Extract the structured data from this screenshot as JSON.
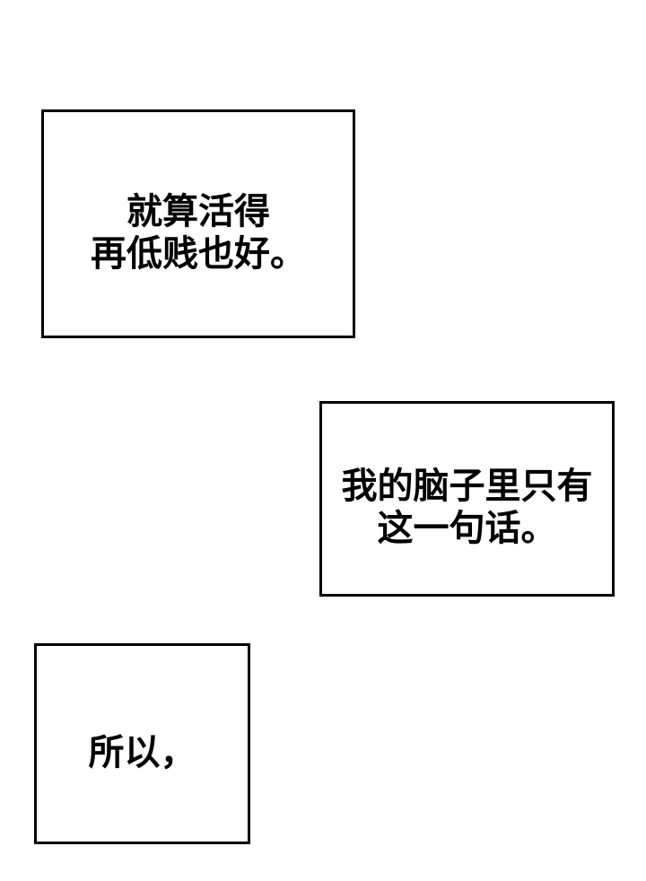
{
  "page": {
    "background_color": "#ffffff",
    "panel_border_color": "#000000",
    "text_color": "#000000"
  },
  "boxes": [
    {
      "name": "narration-box-top",
      "lines": [
        "就算活得",
        "再低贱也好。"
      ]
    },
    {
      "name": "narration-box-middle",
      "lines": [
        "我的脑子里只有",
        "这一句话。"
      ]
    },
    {
      "name": "narration-box-bottom",
      "lines": [
        "所以，"
      ]
    }
  ]
}
